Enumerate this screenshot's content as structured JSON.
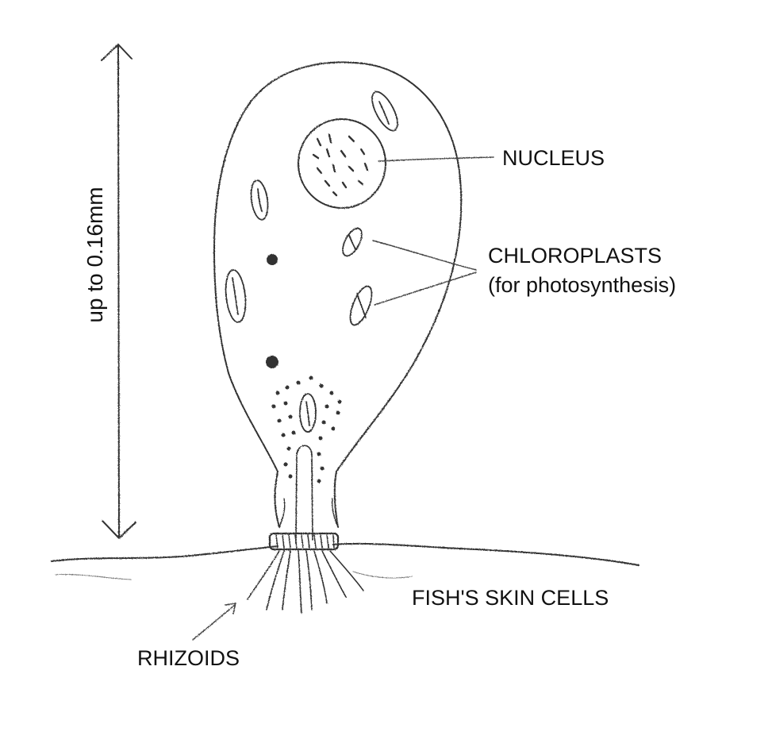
{
  "labels": {
    "nucleus": "NUCLEUS",
    "chloroplasts": "CHLOROPLASTS",
    "chloroplasts_note": "(for photosynthesis)",
    "skin": "FISH'S SKIN CELLS",
    "rhizoids": "RHIZOIDS",
    "scale": "up to 0.16mm"
  },
  "colors": {
    "ink": "#222222",
    "background": "#ffffff"
  }
}
